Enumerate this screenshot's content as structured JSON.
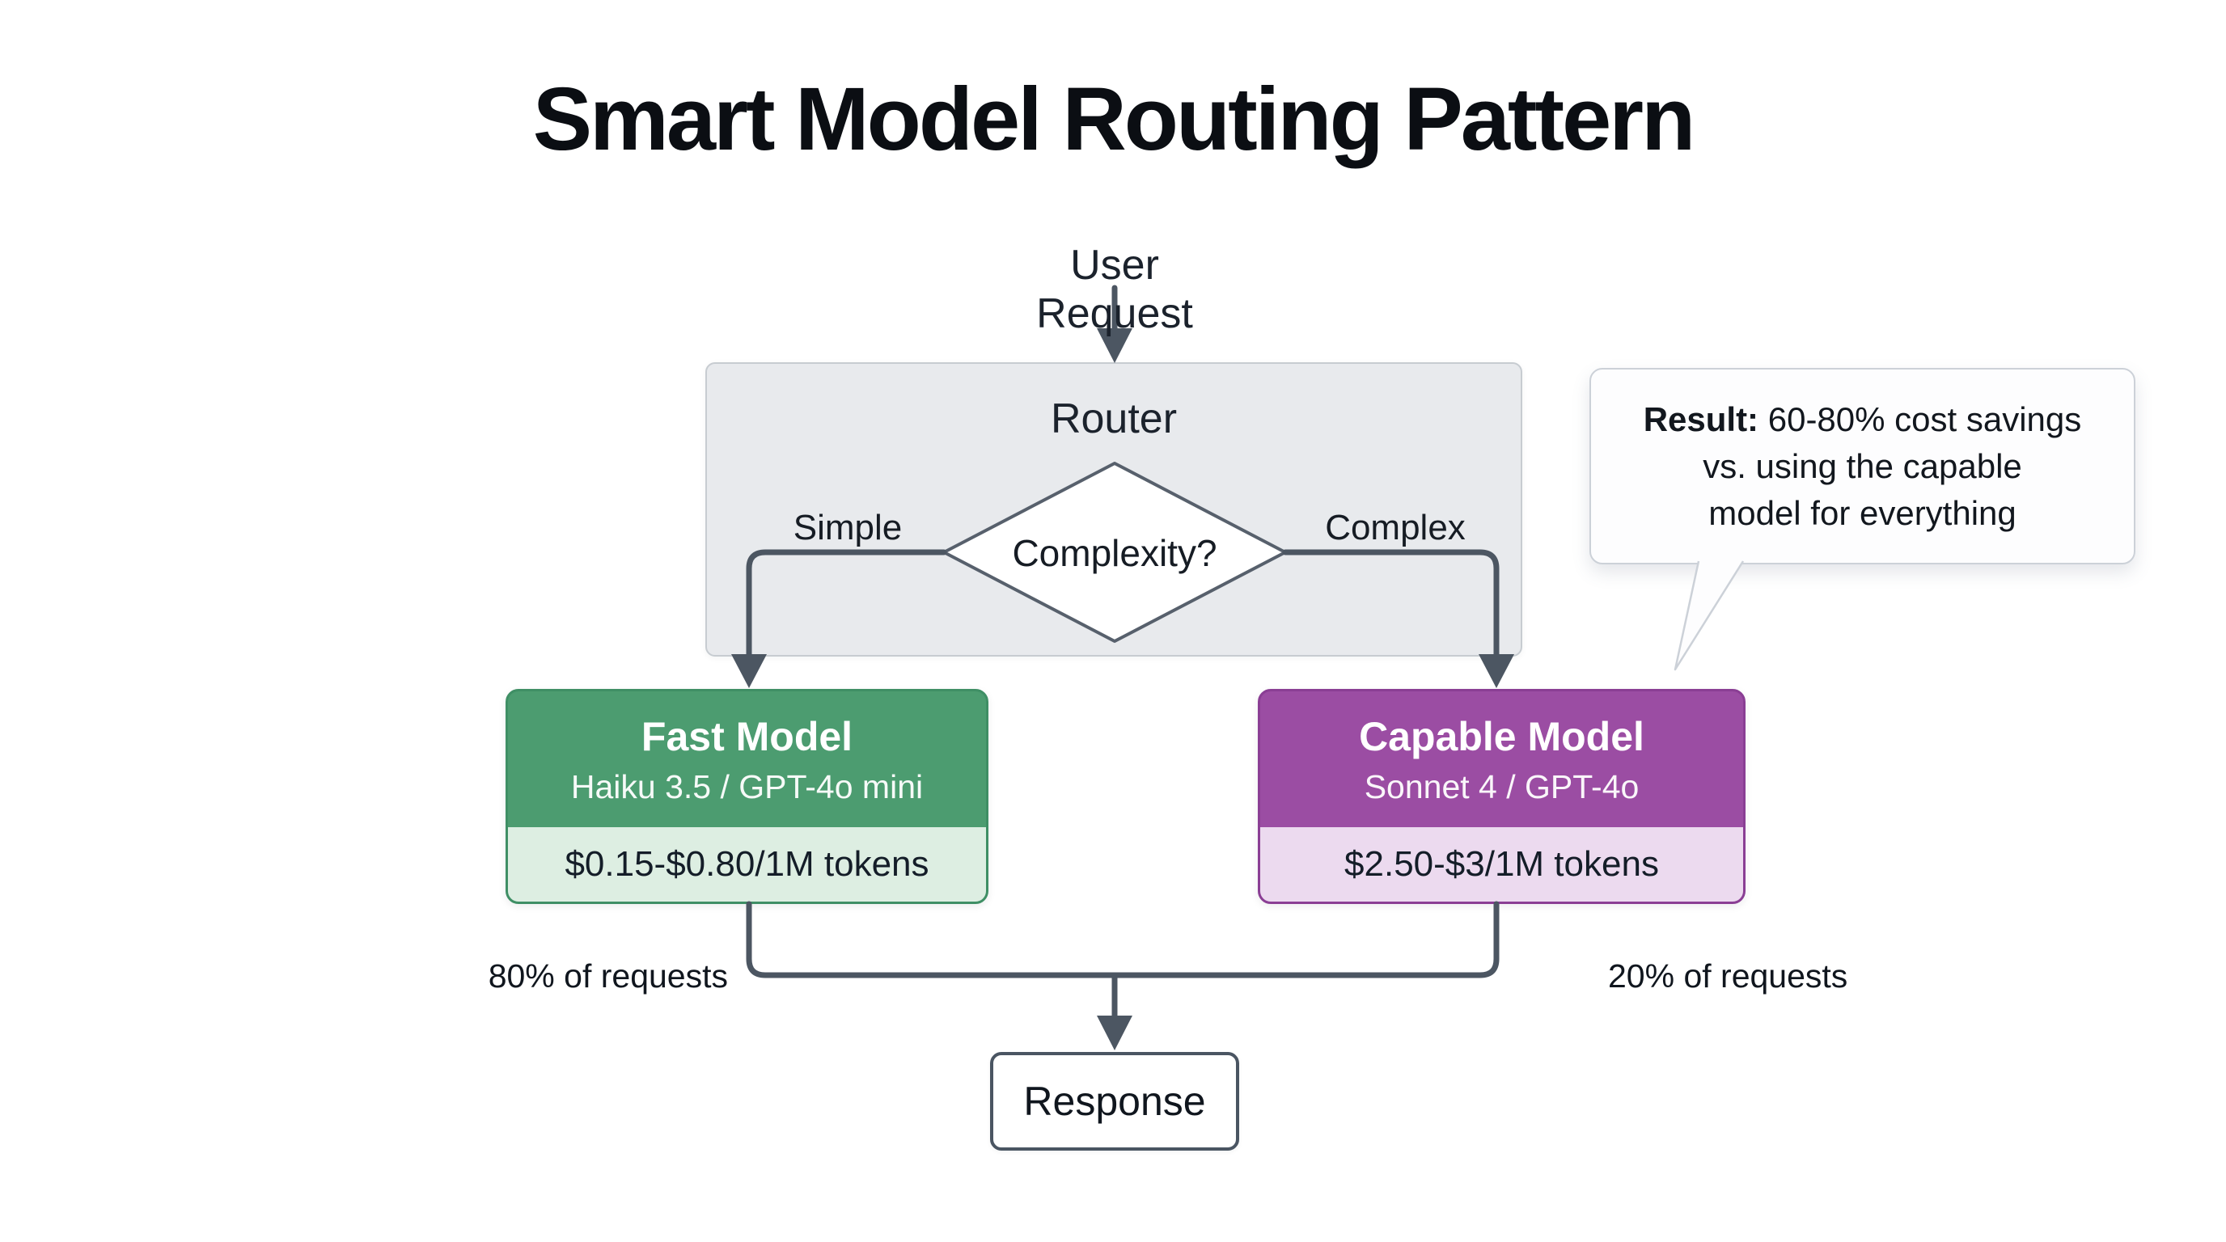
{
  "title": "Smart Model Routing Pattern",
  "flow": {
    "input_label": "User Request",
    "router": {
      "label": "Router",
      "decision_label": "Complexity?",
      "left_branch_label": "Simple",
      "right_branch_label": "Complex"
    },
    "fast_model": {
      "title": "Fast Model",
      "subtitle": "Haiku 3.5 / GPT-4o mini",
      "price": "$0.15-$0.80/1M tokens",
      "share_label": "80% of requests"
    },
    "capable_model": {
      "title": "Capable Model",
      "subtitle": "Sonnet 4 / GPT-4o",
      "price": "$2.50-$3/1M tokens",
      "share_label": "20% of requests"
    },
    "output_label": "Response"
  },
  "callout": {
    "lead": "Result:",
    "line1_rest": " 60-80% cost savings",
    "line2": "vs. using the capable",
    "line3": "model for everything"
  },
  "colors": {
    "background": "#ffffff",
    "connector": "#4c5662",
    "router_fill": "#e8eaed",
    "router_border": "#c7ccd1",
    "diamond_fill": "#ffffff",
    "diamond_border": "#57606c",
    "fast_fill": "#4c9c70",
    "fast_light": "#ddeee2",
    "fast_border": "#3f8f65",
    "capable_fill": "#9b4da3",
    "capable_light": "#ecdaef",
    "capable_border": "#8a3e94",
    "callout_fill": "#fdfdfe",
    "callout_border": "#ccd1d8",
    "text_dark": "#141a22",
    "text_on_color": "#ffffff"
  }
}
